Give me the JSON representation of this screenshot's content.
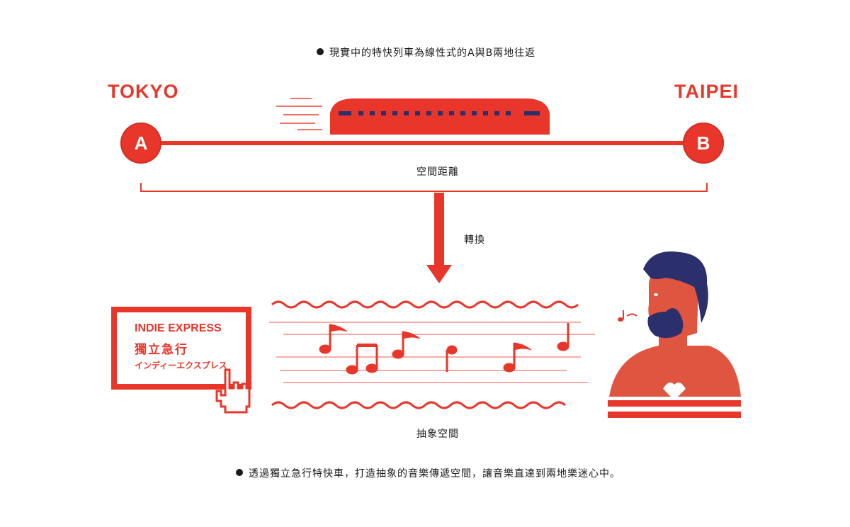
{
  "top_caption": "現實中的特快列車為線性式的A與B兩地往返",
  "cities": {
    "left": "TOKYO",
    "right": "TAIPEI"
  },
  "nodes": {
    "left": "A",
    "right": "B"
  },
  "distance_label": "空間距離",
  "transform_label": "轉換",
  "card": {
    "line1": "INDIE EXPRESS",
    "line2": "獨立急行",
    "line3": "インディーエクスプレス"
  },
  "abstract_label": "抽象空間",
  "bottom_caption": "透過獨立急行特快車，打造抽象的音樂傳遞空間，讓音樂直達到兩地樂迷心中。",
  "colors": {
    "accent": "#e8372a",
    "navy": "#2b2f6b",
    "skin": "#e0553f",
    "text": "#1a1a1a"
  }
}
